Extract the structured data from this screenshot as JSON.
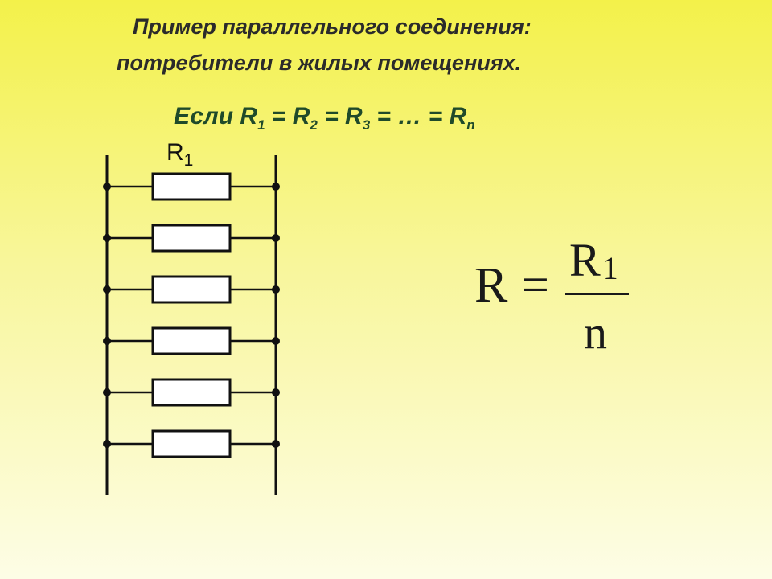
{
  "title": {
    "line1": "Пример параллельного соединения:",
    "line2": "потребители в жилых помещениях."
  },
  "condition": {
    "prefix": "Если R",
    "sub1": "1",
    "eq1": " = R",
    "sub2": "2",
    "eq2": " = R",
    "sub3": "3",
    "tail": " = … = R",
    "subn": "n"
  },
  "circuit": {
    "label_main": "R",
    "label_sub": "1",
    "resistor_count": 6
  },
  "formula": {
    "lhs": "R",
    "equals": "=",
    "numerator": "R",
    "numerator_sub": "1",
    "denominator": "n"
  },
  "colors": {
    "title": "#2b2b2b",
    "condition": "#1f4a2a",
    "wire": "#111111",
    "resistor_fill": "#ffffff"
  }
}
